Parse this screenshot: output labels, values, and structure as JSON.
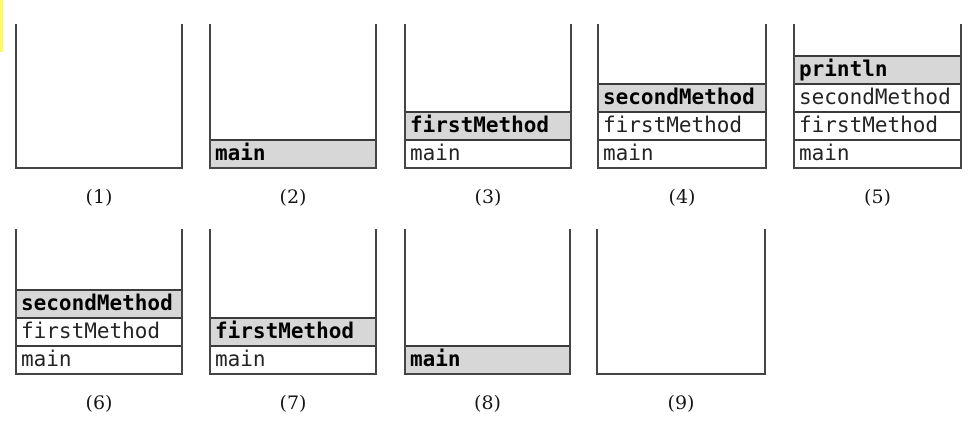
{
  "figure": {
    "description_label": "call-stack-sequence",
    "accent_color": "#fbfb60",
    "highlight_fill": "#d7d7d7",
    "border_color": "#454545"
  },
  "stacks": [
    {
      "label": "(1)",
      "frames": []
    },
    {
      "label": "(2)",
      "frames": [
        {
          "name": "main",
          "active": true
        }
      ]
    },
    {
      "label": "(3)",
      "frames": [
        {
          "name": "firstMethod",
          "active": true
        },
        {
          "name": "main",
          "active": false
        }
      ]
    },
    {
      "label": "(4)",
      "frames": [
        {
          "name": "secondMethod",
          "active": true
        },
        {
          "name": "firstMethod",
          "active": false
        },
        {
          "name": "main",
          "active": false
        }
      ]
    },
    {
      "label": "(5)",
      "frames": [
        {
          "name": "println",
          "active": true
        },
        {
          "name": "secondMethod",
          "active": false
        },
        {
          "name": "firstMethod",
          "active": false
        },
        {
          "name": "main",
          "active": false
        }
      ]
    },
    {
      "label": "(6)",
      "frames": [
        {
          "name": "secondMethod",
          "active": true
        },
        {
          "name": "firstMethod",
          "active": false
        },
        {
          "name": "main",
          "active": false
        }
      ]
    },
    {
      "label": "(7)",
      "frames": [
        {
          "name": "firstMethod",
          "active": true
        },
        {
          "name": "main",
          "active": false
        }
      ]
    },
    {
      "label": "(8)",
      "frames": [
        {
          "name": "main",
          "active": true
        }
      ]
    },
    {
      "label": "(9)",
      "frames": []
    }
  ]
}
